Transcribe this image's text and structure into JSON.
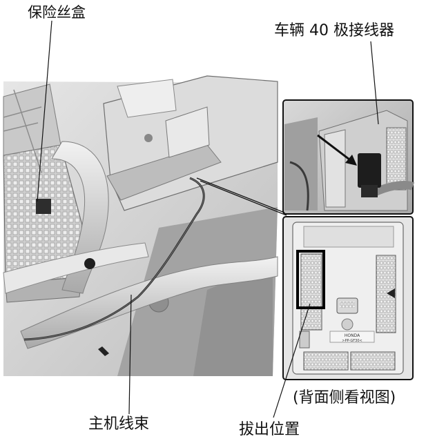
{
  "labels": {
    "fuse_box": "保险丝盒",
    "connector": "车辆 40 极接线器",
    "back_view": "(背面侧看视图)",
    "main_harness": "主机线束",
    "pull_position": "拔出位置"
  },
  "module_badge": {
    "brand": "HONDA",
    "code": ">PP-GF30<"
  },
  "colors": {
    "line": "#111111",
    "photo_bg": "#d4d4d4",
    "inset_border": "#111111"
  }
}
